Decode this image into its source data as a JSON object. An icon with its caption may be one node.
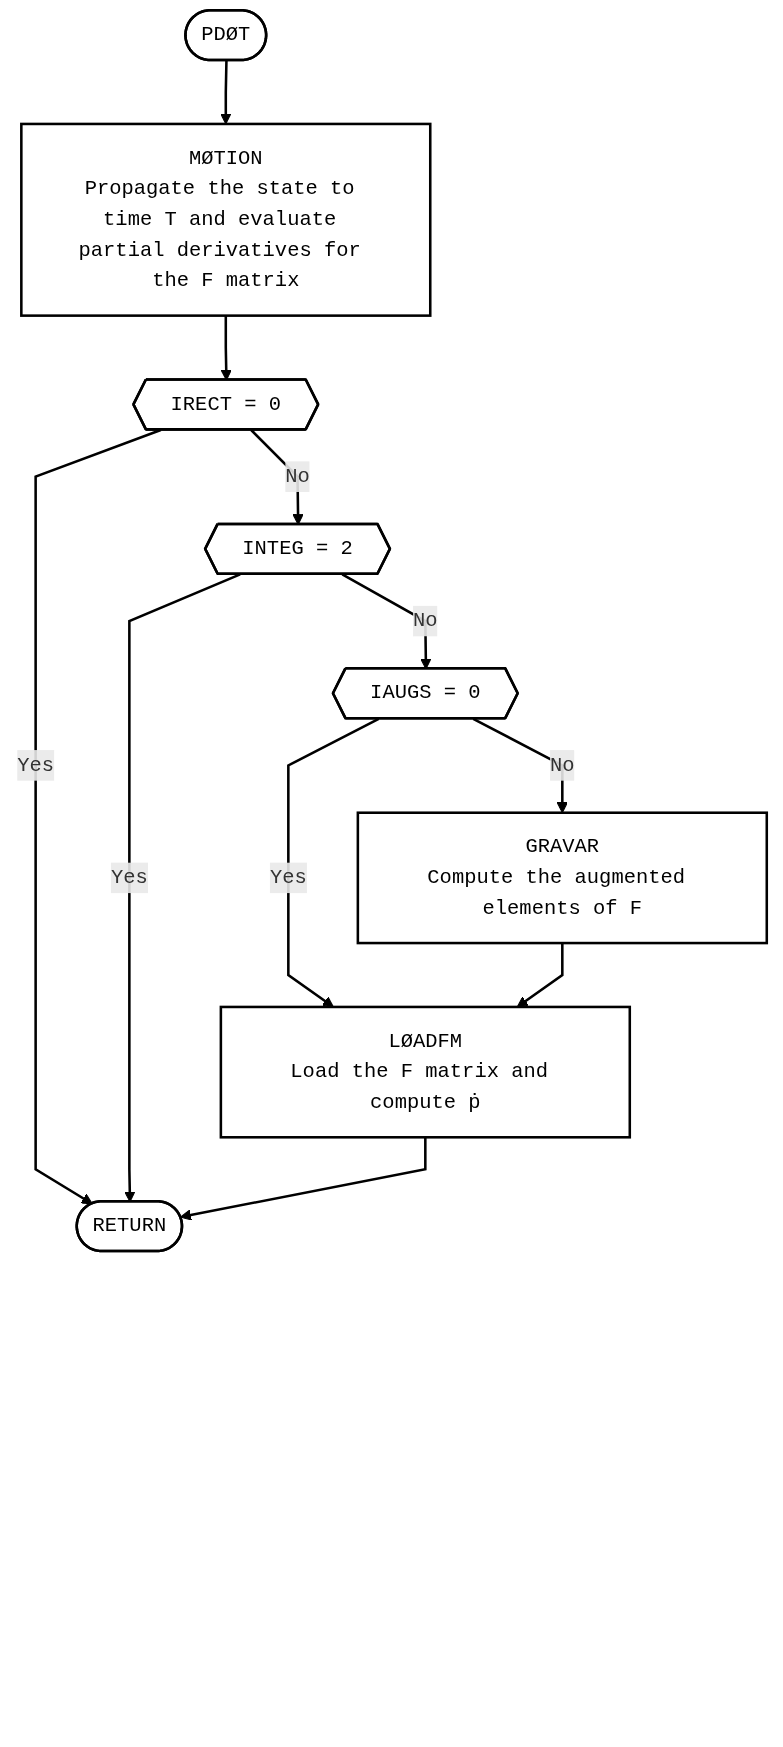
{
  "diagram": {
    "nodes": [
      {
        "text": [
          "PDØT"
        ]
      },
      {
        "text": [
          "MØTION",
          "Propagate the state to time T and evaluate partial derivatives for the F matrix"
        ]
      },
      {
        "text": [
          "IRECT = 0"
        ]
      },
      {
        "text": [
          "INTEG = 2"
        ]
      },
      {
        "text": [
          "IAUGS = 0"
        ]
      },
      {
        "text": [
          "GRAVAR",
          "Compute the augmented elements of F"
        ]
      },
      {
        "text": [
          "LØADFM",
          "Load the F matrix and compute ṗ"
        ]
      },
      {
        "text": [
          "RETURN"
        ]
      }
    ],
    "edges": [
      {
        "from": 0,
        "to": 1,
        "arrow": "to"
      },
      {
        "from": 1,
        "to": 2,
        "arrow": "to"
      },
      {
        "from": 2,
        "to": 7,
        "arrow": "to",
        "label": "Yes"
      },
      {
        "from": 2,
        "to": 3,
        "arrow": "to",
        "label": "No"
      },
      {
        "from": 3,
        "to": 7,
        "arrow": "to",
        "label": "Yes"
      },
      {
        "from": 3,
        "to": 4,
        "arrow": "to",
        "label": "No"
      },
      {
        "from": 4,
        "to": 6,
        "arrow": "to",
        "label": "Yes"
      },
      {
        "from": 4,
        "to": 5,
        "arrow": "to",
        "label": "No"
      },
      {
        "from": 5,
        "to": 6,
        "arrow": "to"
      },
      {
        "from": 6,
        "to": 7,
        "arrow": "to"
      }
    ]
  }
}
